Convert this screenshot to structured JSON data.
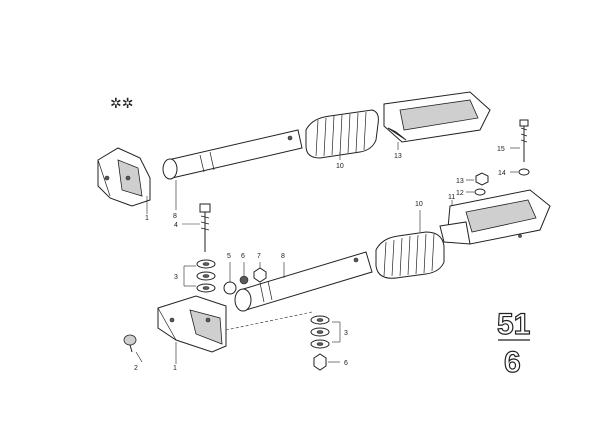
{
  "labels": {
    "l1a": "1",
    "l1b": "1",
    "l2": "2",
    "l3a": "3",
    "l3b": "3",
    "l4": "4",
    "l5": "5",
    "l6a": "6",
    "l6b": "6",
    "l7": "7",
    "l8a": "8",
    "l8b": "8",
    "l10a": "10",
    "l10b": "10",
    "l11": "11",
    "l12": "12",
    "l13a": "13",
    "l13b": "13",
    "l14": "14",
    "l15": "15"
  },
  "group_number": {
    "top": "51",
    "bottom": "6"
  },
  "icons": {
    "asterisks": "double-asterisk-icon"
  },
  "colors": {
    "ink": "#222222",
    "background": "#ffffff"
  }
}
